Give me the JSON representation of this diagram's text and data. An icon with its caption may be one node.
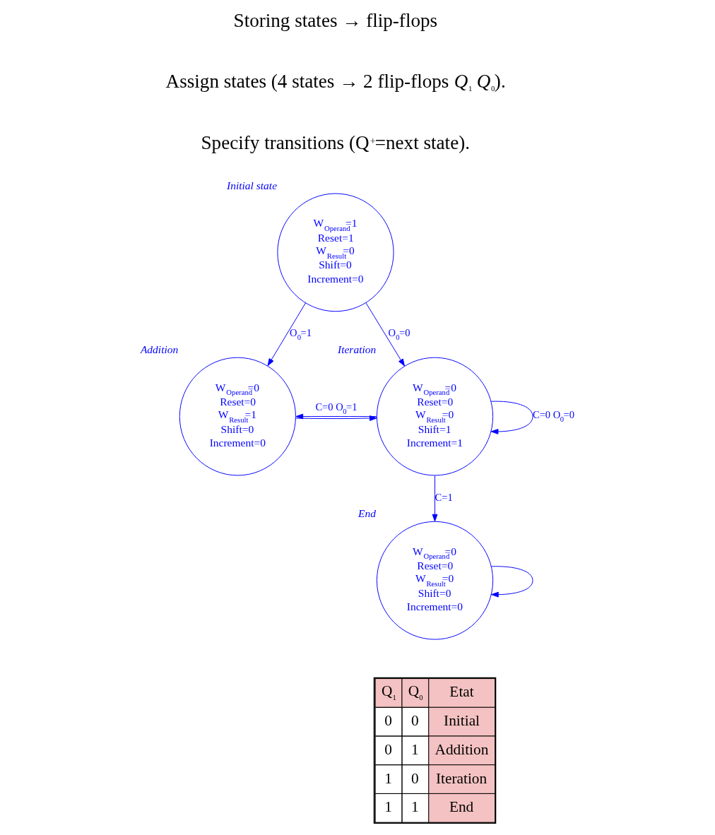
{
  "diagram": {
    "nodes": [
      {
        "text": [
          "W$_{Operand}$=1",
          "Reset=1",
          "W$_{Result}$=0",
          "Shift=0",
          "Increment=0"
        ],
        "beside": [
          "Initial state"
        ]
      },
      {
        "text": [
          "W$_{Operand}$=0",
          "Reset=0",
          "W$_{Result}$=1",
          "Shift=0",
          "Increment=0"
        ],
        "beside": [
          "Addition"
        ]
      },
      {
        "text": [
          "W$_{Operand}$=0",
          "Reset=0",
          "W$_{Result}$=0",
          "Shift=1",
          "Increment=1"
        ],
        "beside": [
          "Iteration"
        ]
      },
      {
        "text": [
          "W$_{Operand}$=0",
          "Reset=0",
          "W$_{Result}$=0",
          "Shift=0",
          "Increment=0"
        ],
        "beside": [
          "End"
        ]
      }
    ],
    "edges": [
      {
        "from": 0,
        "to": 2,
        "arrow": "to",
        "label": "O$_{0}$=0"
      },
      {
        "from": 0,
        "to": 1,
        "arrow": "to",
        "label": "O$_{0}$=1"
      },
      {
        "from": 2,
        "to": 1,
        "arrow": "to",
        "label": "C=0 O$_{0}$=1"
      },
      {
        "from": 1,
        "to": 2,
        "arrow": "to"
      },
      {
        "from": 2,
        "to": 2,
        "arrow": "to",
        "label": "C=0 O$_{0}$=0"
      },
      {
        "from": 2,
        "to": 3,
        "arrow": "to",
        "label": "C=1"
      },
      {
        "from": 3,
        "to": 3,
        "arrow": "to"
      }
    ],
    "labels": [
      "Storing states → flip-flops",
      "Assign states (4 states → 2 flip-flops *Q*$_{1}$ *Q*$_{0}$).",
      "Specify transitions (Q$^{+}$=next state).",
      "Q$_{1}$",
      "Q$_{0}$",
      "Etat",
      "0",
      "0",
      "Initial",
      "0",
      "1",
      "Addition",
      "1",
      "0",
      "Iteration",
      "1",
      "1",
      "End"
    ]
  }
}
